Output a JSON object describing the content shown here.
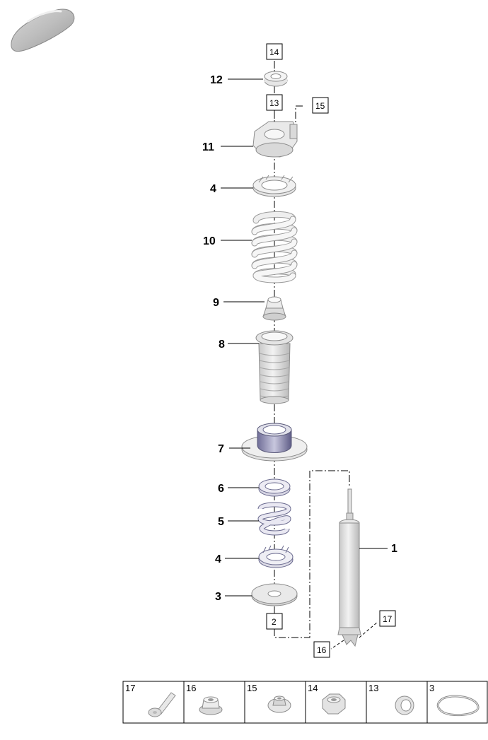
{
  "callouts": {
    "c1": "1",
    "c3": "3",
    "c4a": "4",
    "c4b": "4",
    "c5": "5",
    "c6": "6",
    "c7": "7",
    "c8": "8",
    "c9": "9",
    "c10": "10",
    "c11": "11",
    "c12": "12"
  },
  "boxed_refs": {
    "b2": "2",
    "b13": "13",
    "b14": "14",
    "b15": "15",
    "b16": "16",
    "b17": "17"
  },
  "parts_table": [
    {
      "number": "17",
      "icon": "bolt-icon"
    },
    {
      "number": "16",
      "icon": "flange-nut-icon"
    },
    {
      "number": "15",
      "icon": "washer-nut-icon"
    },
    {
      "number": "14",
      "icon": "hex-nut-icon"
    },
    {
      "number": "13",
      "icon": "ring-icon"
    },
    {
      "number": "3",
      "icon": "retaining-ring-icon"
    }
  ],
  "vehicle_icon": "car-silhouette-icon"
}
